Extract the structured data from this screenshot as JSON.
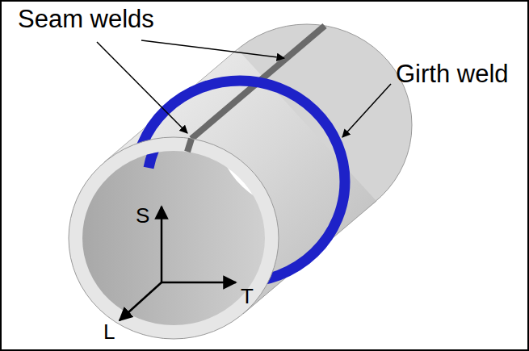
{
  "diagram": {
    "labels": [
      "Seam welds",
      "Girth weld",
      "S",
      "T",
      "L"
    ]
  }
}
